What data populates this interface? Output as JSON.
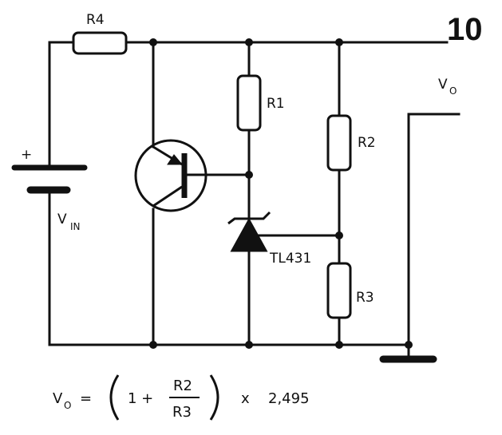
{
  "figure_number": "10",
  "labels": {
    "r4": "R4",
    "r1": "R1",
    "r2": "R2",
    "r3": "R3",
    "vin_main": "V",
    "vin_sub": "IN",
    "vo_main": "V",
    "vo_sub": "O",
    "battery_plus": "+",
    "shunt_regulator": "TL431"
  },
  "formula": {
    "lhs_main": "V",
    "lhs_sub": "O",
    "equals": "=",
    "one_plus": "1 +",
    "numerator": "R2",
    "denominator": "R3",
    "times": "x",
    "constant": "2,495"
  }
}
